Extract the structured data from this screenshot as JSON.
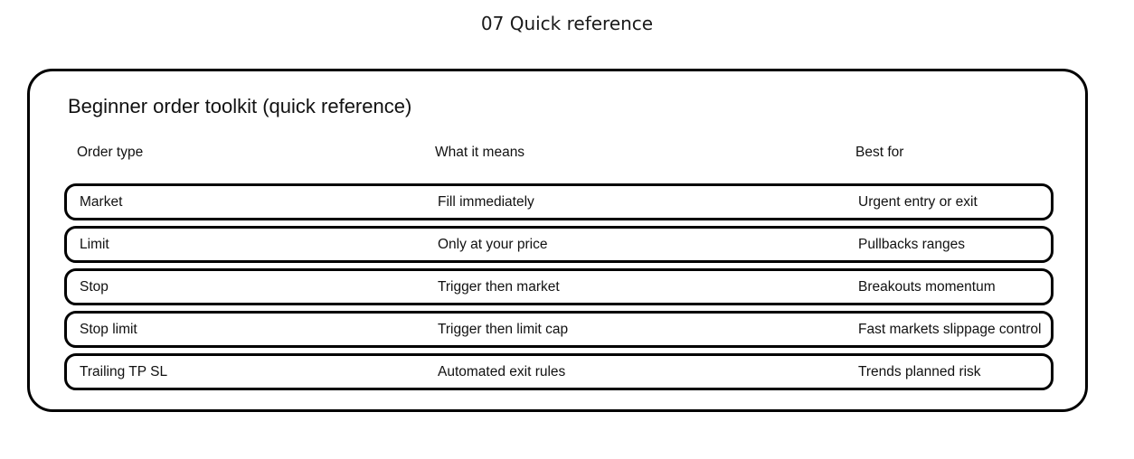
{
  "page": {
    "title": "07 Quick reference"
  },
  "card": {
    "heading": "Beginner order toolkit (quick reference)",
    "table": {
      "columns": [
        "Order type",
        "What it means",
        "Best for"
      ],
      "rows": [
        {
          "order_type": "Market",
          "meaning": "Fill immediately",
          "best_for": "Urgent entry or exit"
        },
        {
          "order_type": "Limit",
          "meaning": "Only at your price",
          "best_for": "Pullbacks ranges"
        },
        {
          "order_type": "Stop",
          "meaning": "Trigger then market",
          "best_for": "Breakouts momentum"
        },
        {
          "order_type": "Stop limit",
          "meaning": "Trigger then limit cap",
          "best_for": "Fast markets slippage control"
        },
        {
          "order_type": "Trailing TP SL",
          "meaning": "Automated exit rules",
          "best_for": "Trends planned risk"
        }
      ]
    }
  },
  "colors": {
    "background": "#ffffff",
    "border": "#000000",
    "text": "#111111"
  }
}
